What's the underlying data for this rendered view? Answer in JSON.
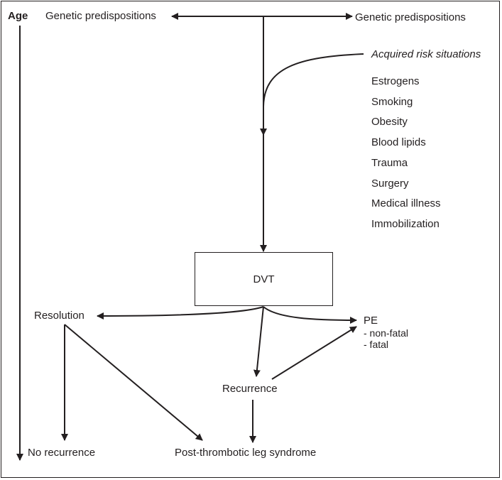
{
  "diagram": {
    "axis_label": "Age",
    "genetic_left": "Genetic predispositions",
    "genetic_right": "Genetic predispositions",
    "acquired_title": "Acquired risk situations",
    "acquired_items": [
      "Estrogens",
      "Smoking",
      "Obesity",
      "Blood lipids",
      "Trauma",
      "Surgery",
      "Medical illness",
      "Immobilization"
    ],
    "central_node": "DVT",
    "resolution": "Resolution",
    "pe": {
      "title": "PE",
      "sub1": "- non-fatal",
      "sub2": "- fatal"
    },
    "recurrence": "Recurrence",
    "no_recurrence": "No recurrence",
    "post_thrombotic": "Post-thrombotic leg syndrome",
    "colors": {
      "ink": "#231f20",
      "background": "#ffffff"
    }
  }
}
